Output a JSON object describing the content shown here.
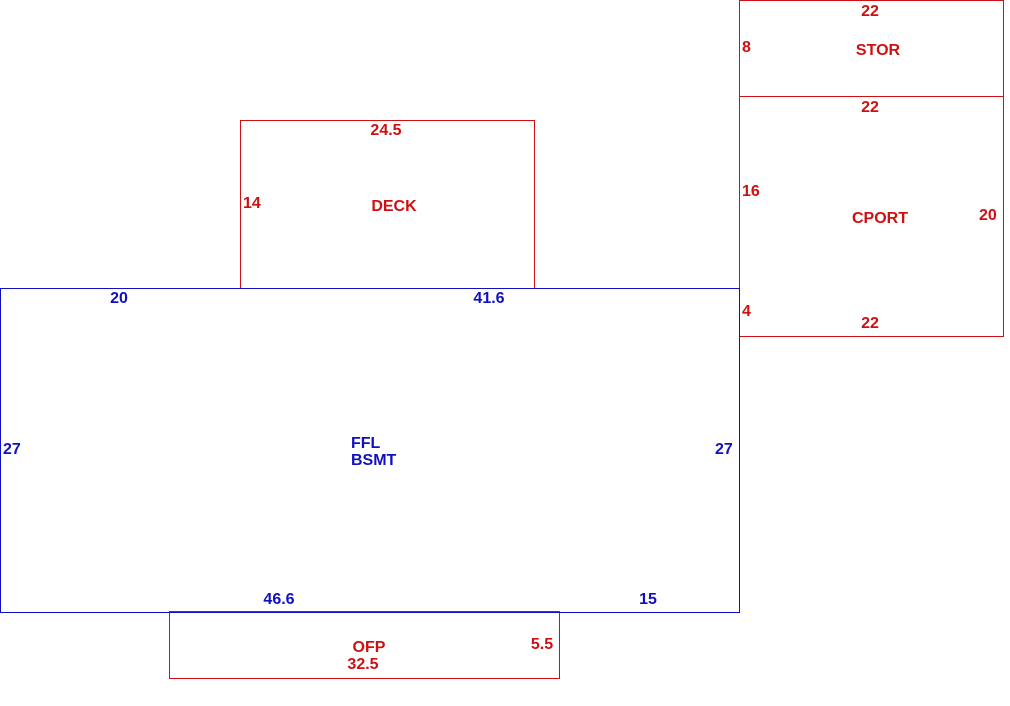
{
  "colors": {
    "primary_area": "#1010c0",
    "addition_area": "#d01010",
    "background": "#ffffff"
  },
  "main_area": {
    "name_line1": "FFL",
    "name_line2": "BSMT",
    "top_left_dim": "20",
    "top_right_dim": "41.6",
    "left_dim": "27",
    "right_dim": "27",
    "bottom_left_dim": "46.6",
    "bottom_right_dim": "15"
  },
  "deck": {
    "name": "DECK",
    "top_dim": "24.5",
    "left_dim": "14"
  },
  "stor": {
    "name": "STOR",
    "top_dim": "22",
    "left_dim": "8"
  },
  "cport": {
    "name": "CPORT",
    "top_dim": "22",
    "left_dim": "16",
    "right_dim": "20",
    "lower_left_dim": "4",
    "bottom_dim": "22"
  },
  "ofp": {
    "name": "OFP",
    "bottom_dim": "32.5",
    "right_dim": "5.5"
  }
}
